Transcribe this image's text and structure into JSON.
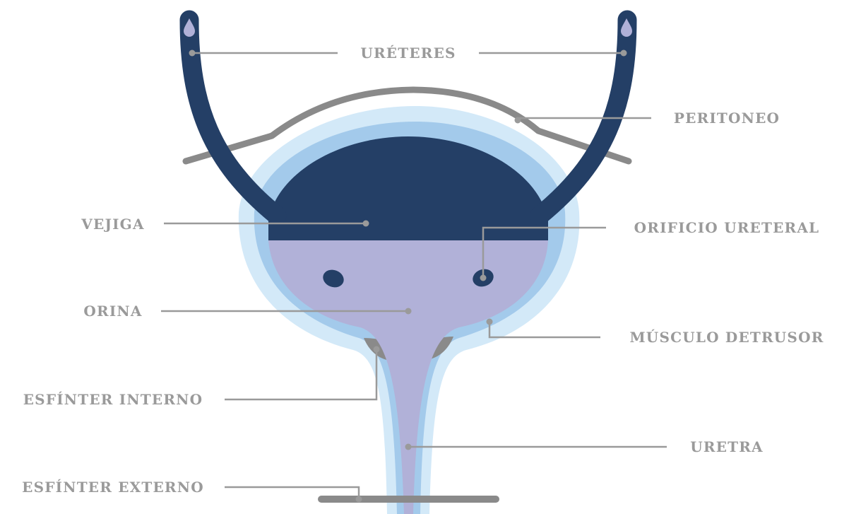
{
  "labels": {
    "ureteres": "URÉTERES",
    "peritoneo": "PERITONEO",
    "vejiga": "VEJIGA",
    "orificio_ureteral": "ORIFICIO URETERAL",
    "orina": "ORINA",
    "musculo_detrusor": "MÚSCULO DETRUSOR",
    "esfinter_interno": "ESFÍNTER INTERNO",
    "uretra": "URETRA",
    "esfinter_externo": "ESFÍNTER EXTERNO"
  },
  "colors": {
    "dark_navy": "#243f66",
    "urine_lavender": "#b1b1d8",
    "outer_layer": "#d3e9f8",
    "mid_layer": "#a3caeb",
    "peritoneum_gray": "#8a8a8a",
    "label_gray": "#9a9a9a"
  }
}
